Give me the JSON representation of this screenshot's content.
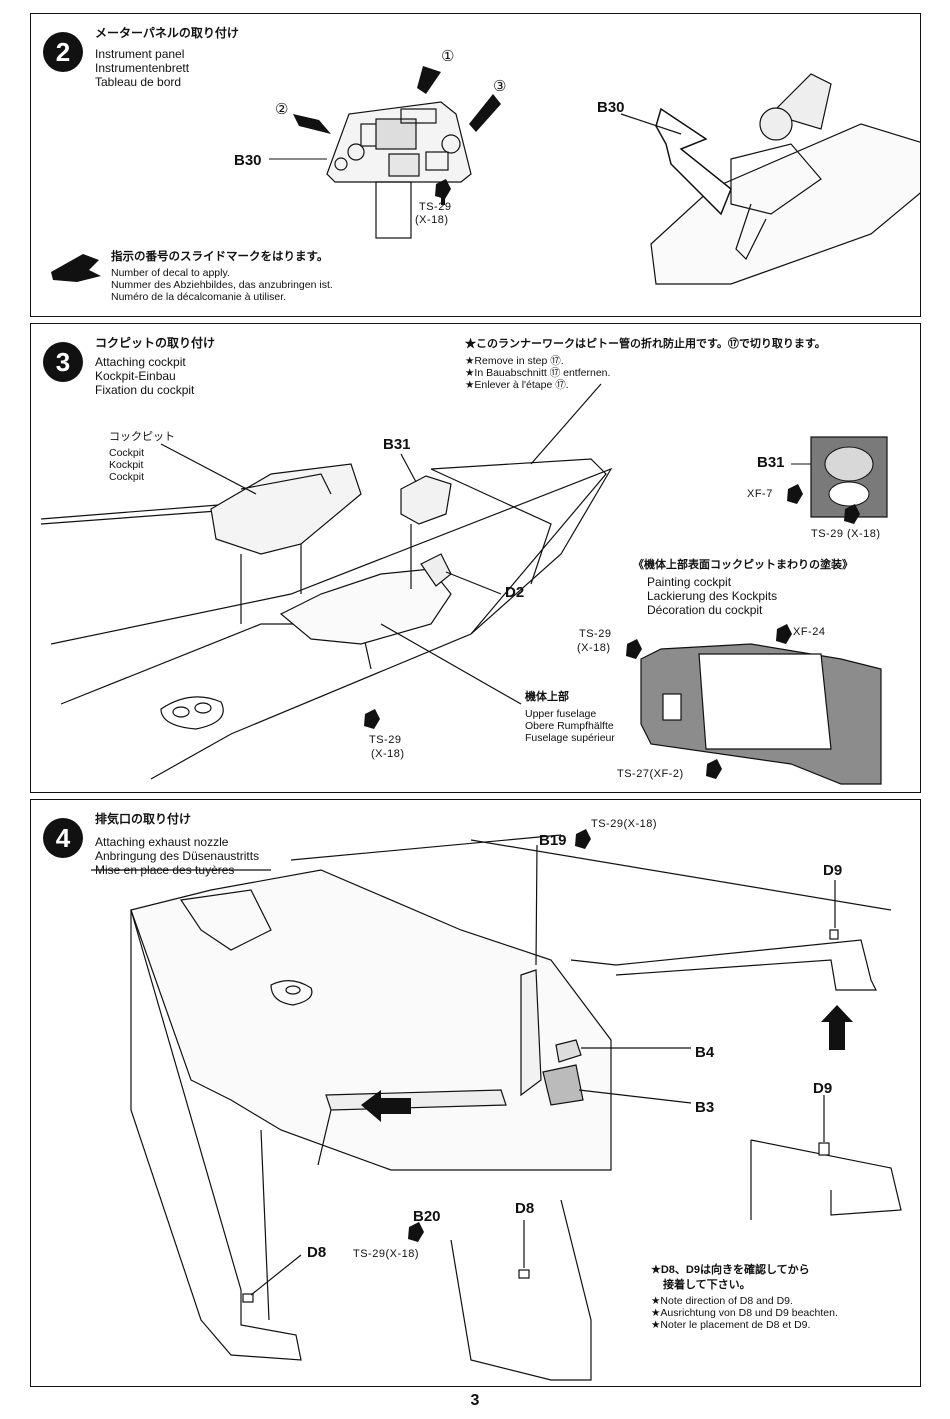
{
  "step2": {
    "number": "2",
    "title_jp": "メーターパネルの取り付け",
    "title_en": "Instrument panel",
    "title_de": "Instrumentenbrett",
    "title_fr": "Tableau de bord",
    "callout_1": "①",
    "callout_2": "②",
    "callout_3": "③",
    "part_b30_left": "B30",
    "part_b30_right": "B30",
    "paint_1": "TS-29",
    "paint_1_alt": "(X-18)",
    "decal_note_jp": "指示の番号のスライドマークをはります。",
    "decal_note_en": "Number of decal to apply.",
    "decal_note_de": "Nummer des Abziehbildes, das anzubringen ist.",
    "decal_note_fr": "Numéro de la décalcomanie à utiliser."
  },
  "step3": {
    "number": "3",
    "title_jp": "コクピットの取り付け",
    "title_en": "Attaching cockpit",
    "title_de": "Kockpit-Einbau",
    "title_fr": "Fixation du cockpit",
    "note_jp": "★このランナーワークはピトー管の折れ防止用です。⑰で切り取ります。",
    "note_en": "★Remove in step ⑰.",
    "note_de": "★In Bauabschnitt ⑰ entfernen.",
    "note_fr": "★Enlever à l'étape ⑰.",
    "cockpit_jp": "コックピット",
    "cockpit_en": "Cockpit",
    "cockpit_de": "Kockpit",
    "cockpit_fr": "Cockpit",
    "part_b31": "B31",
    "part_d2": "D2",
    "part_b31_detail": "B31",
    "paint_xf7": "XF-7",
    "paint_ts29_detail": "TS-29 (X-18)",
    "painting_jp": "《機体上部表面コックピットまわりの塗装》",
    "painting_en": "Painting cockpit",
    "painting_de": "Lackierung des Kockpits",
    "painting_fr": "Décoration du cockpit",
    "paint_ts29_left": "TS-29",
    "paint_ts29_left_alt": "(X-18)",
    "paint_xf24": "XF-24",
    "paint_ts27": "TS-27(XF-2)",
    "fuselage_jp": "機体上部",
    "fuselage_en": "Upper fuselage",
    "fuselage_de": "Obere Rumpfhälfte",
    "fuselage_fr": "Fuselage supérieur",
    "paint_ts29_bottom": "TS-29",
    "paint_ts29_bottom_alt": "(X-18)"
  },
  "step4": {
    "number": "4",
    "title_jp": "排気口の取り付け",
    "title_en": "Attaching exhaust nozzle",
    "title_de": "Anbringung des Düsenaustritts",
    "title_fr": "Mise en place des tuyères",
    "paint_top": "TS-29(X-18)",
    "part_b19": "B19",
    "part_d9_top": "D9",
    "part_b4": "B4",
    "part_b3": "B3",
    "part_d9_mid": "D9",
    "part_b20": "B20",
    "paint_b20": "TS-29(X-18)",
    "part_d8_left": "D8",
    "part_d8_mid": "D8",
    "note_jp_1": "★D8、D9は向きを確認してから",
    "note_jp_2": "接着して下さい。",
    "note_en": "★Note direction of D8 and D9.",
    "note_de": "★Ausrichtung von D8 und D9 beachten.",
    "note_fr": "★Noter le placement de D8 et D9."
  },
  "page_number": "3"
}
